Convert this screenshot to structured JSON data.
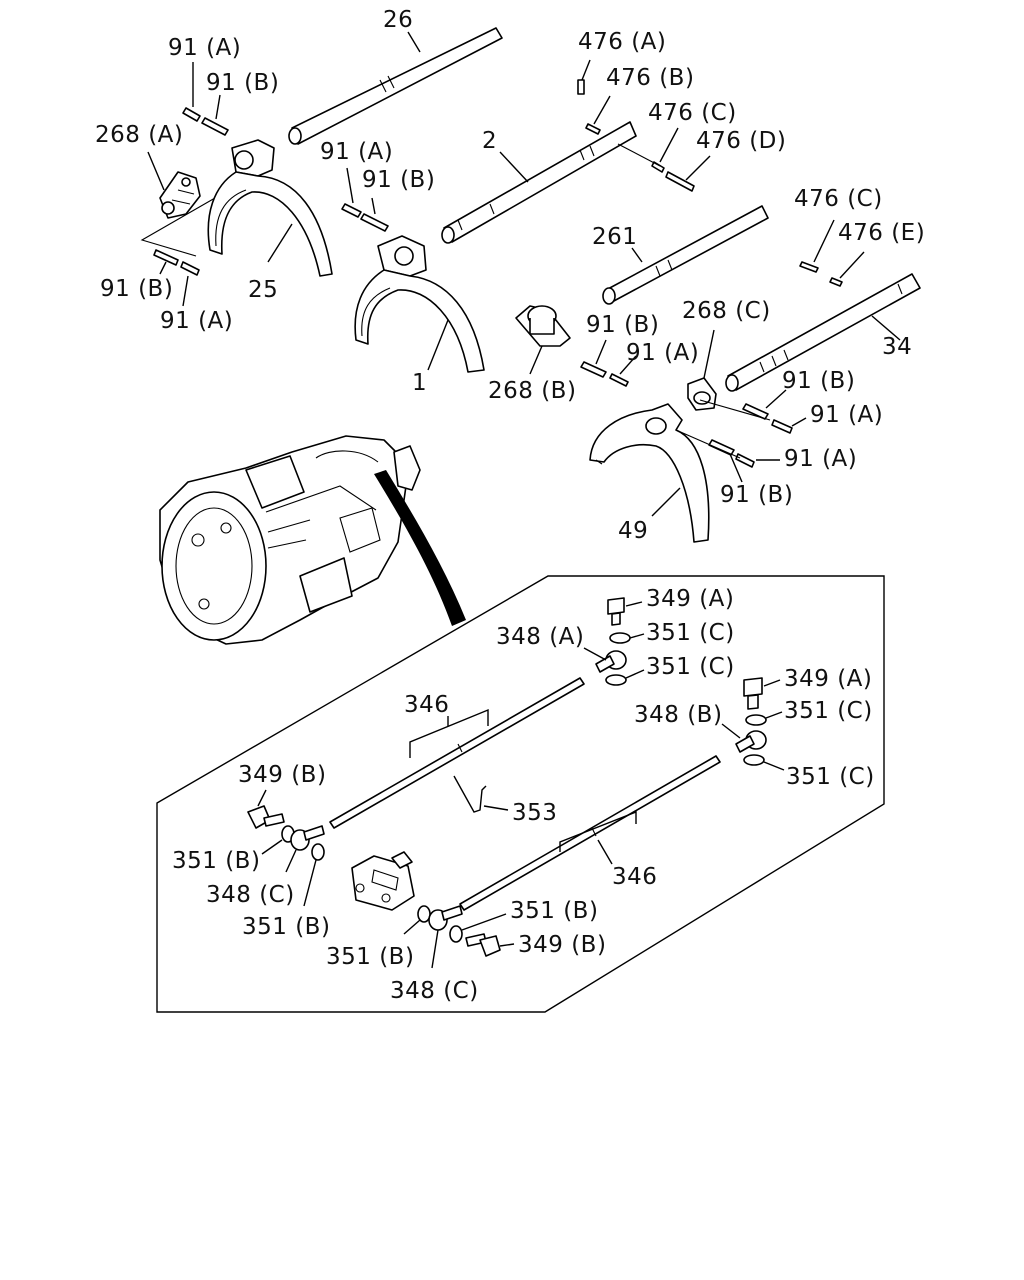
{
  "diagram": {
    "callouts": {
      "c26": "26",
      "c91a_1": "91 (A)",
      "c91b_1": "91 (B)",
      "c268a": "268 (A)",
      "c91b_2": "91 (B)",
      "c91a_2": "91 (A)",
      "c25": "25",
      "c91a_3": "91 (A)",
      "c91b_3": "91 (B)",
      "c1": "1",
      "c476a": "476 (A)",
      "c476b": "476 (B)",
      "c476c_1": "476 (C)",
      "c476d": "476 (D)",
      "c2": "2",
      "c261": "261",
      "c476c_2": "476 (C)",
      "c476e": "476 (E)",
      "c34": "34",
      "c268c": "268 (C)",
      "c91b_4": "91 (B)",
      "c91a_4": "91 (A)",
      "c268b": "268 (B)",
      "c91b_5": "91 (B)",
      "c91a_5": "91 (A)",
      "c91a_6": "91 (A)",
      "c91b_6": "91 (B)",
      "c49": "49",
      "c349a_1": "349 (A)",
      "c351c_1": "351 (C)",
      "c348a": "348 (A)",
      "c351c_2": "351 (C)",
      "c349a_2": "349 (A)",
      "c351c_3": "351 (C)",
      "c348b": "348 (B)",
      "c351c_4": "351 (C)",
      "c346_1": "346",
      "c349b_1": "349 (B)",
      "c353": "353",
      "c351b_1": "351 (B)",
      "c348c_1": "348 (C)",
      "c351b_2": "351 (B)",
      "c346_2": "346",
      "c351b_3": "351 (B)",
      "c349b_2": "349 (B)",
      "c351b_4": "351 (B)",
      "c348c_2": "348 (C)"
    }
  }
}
